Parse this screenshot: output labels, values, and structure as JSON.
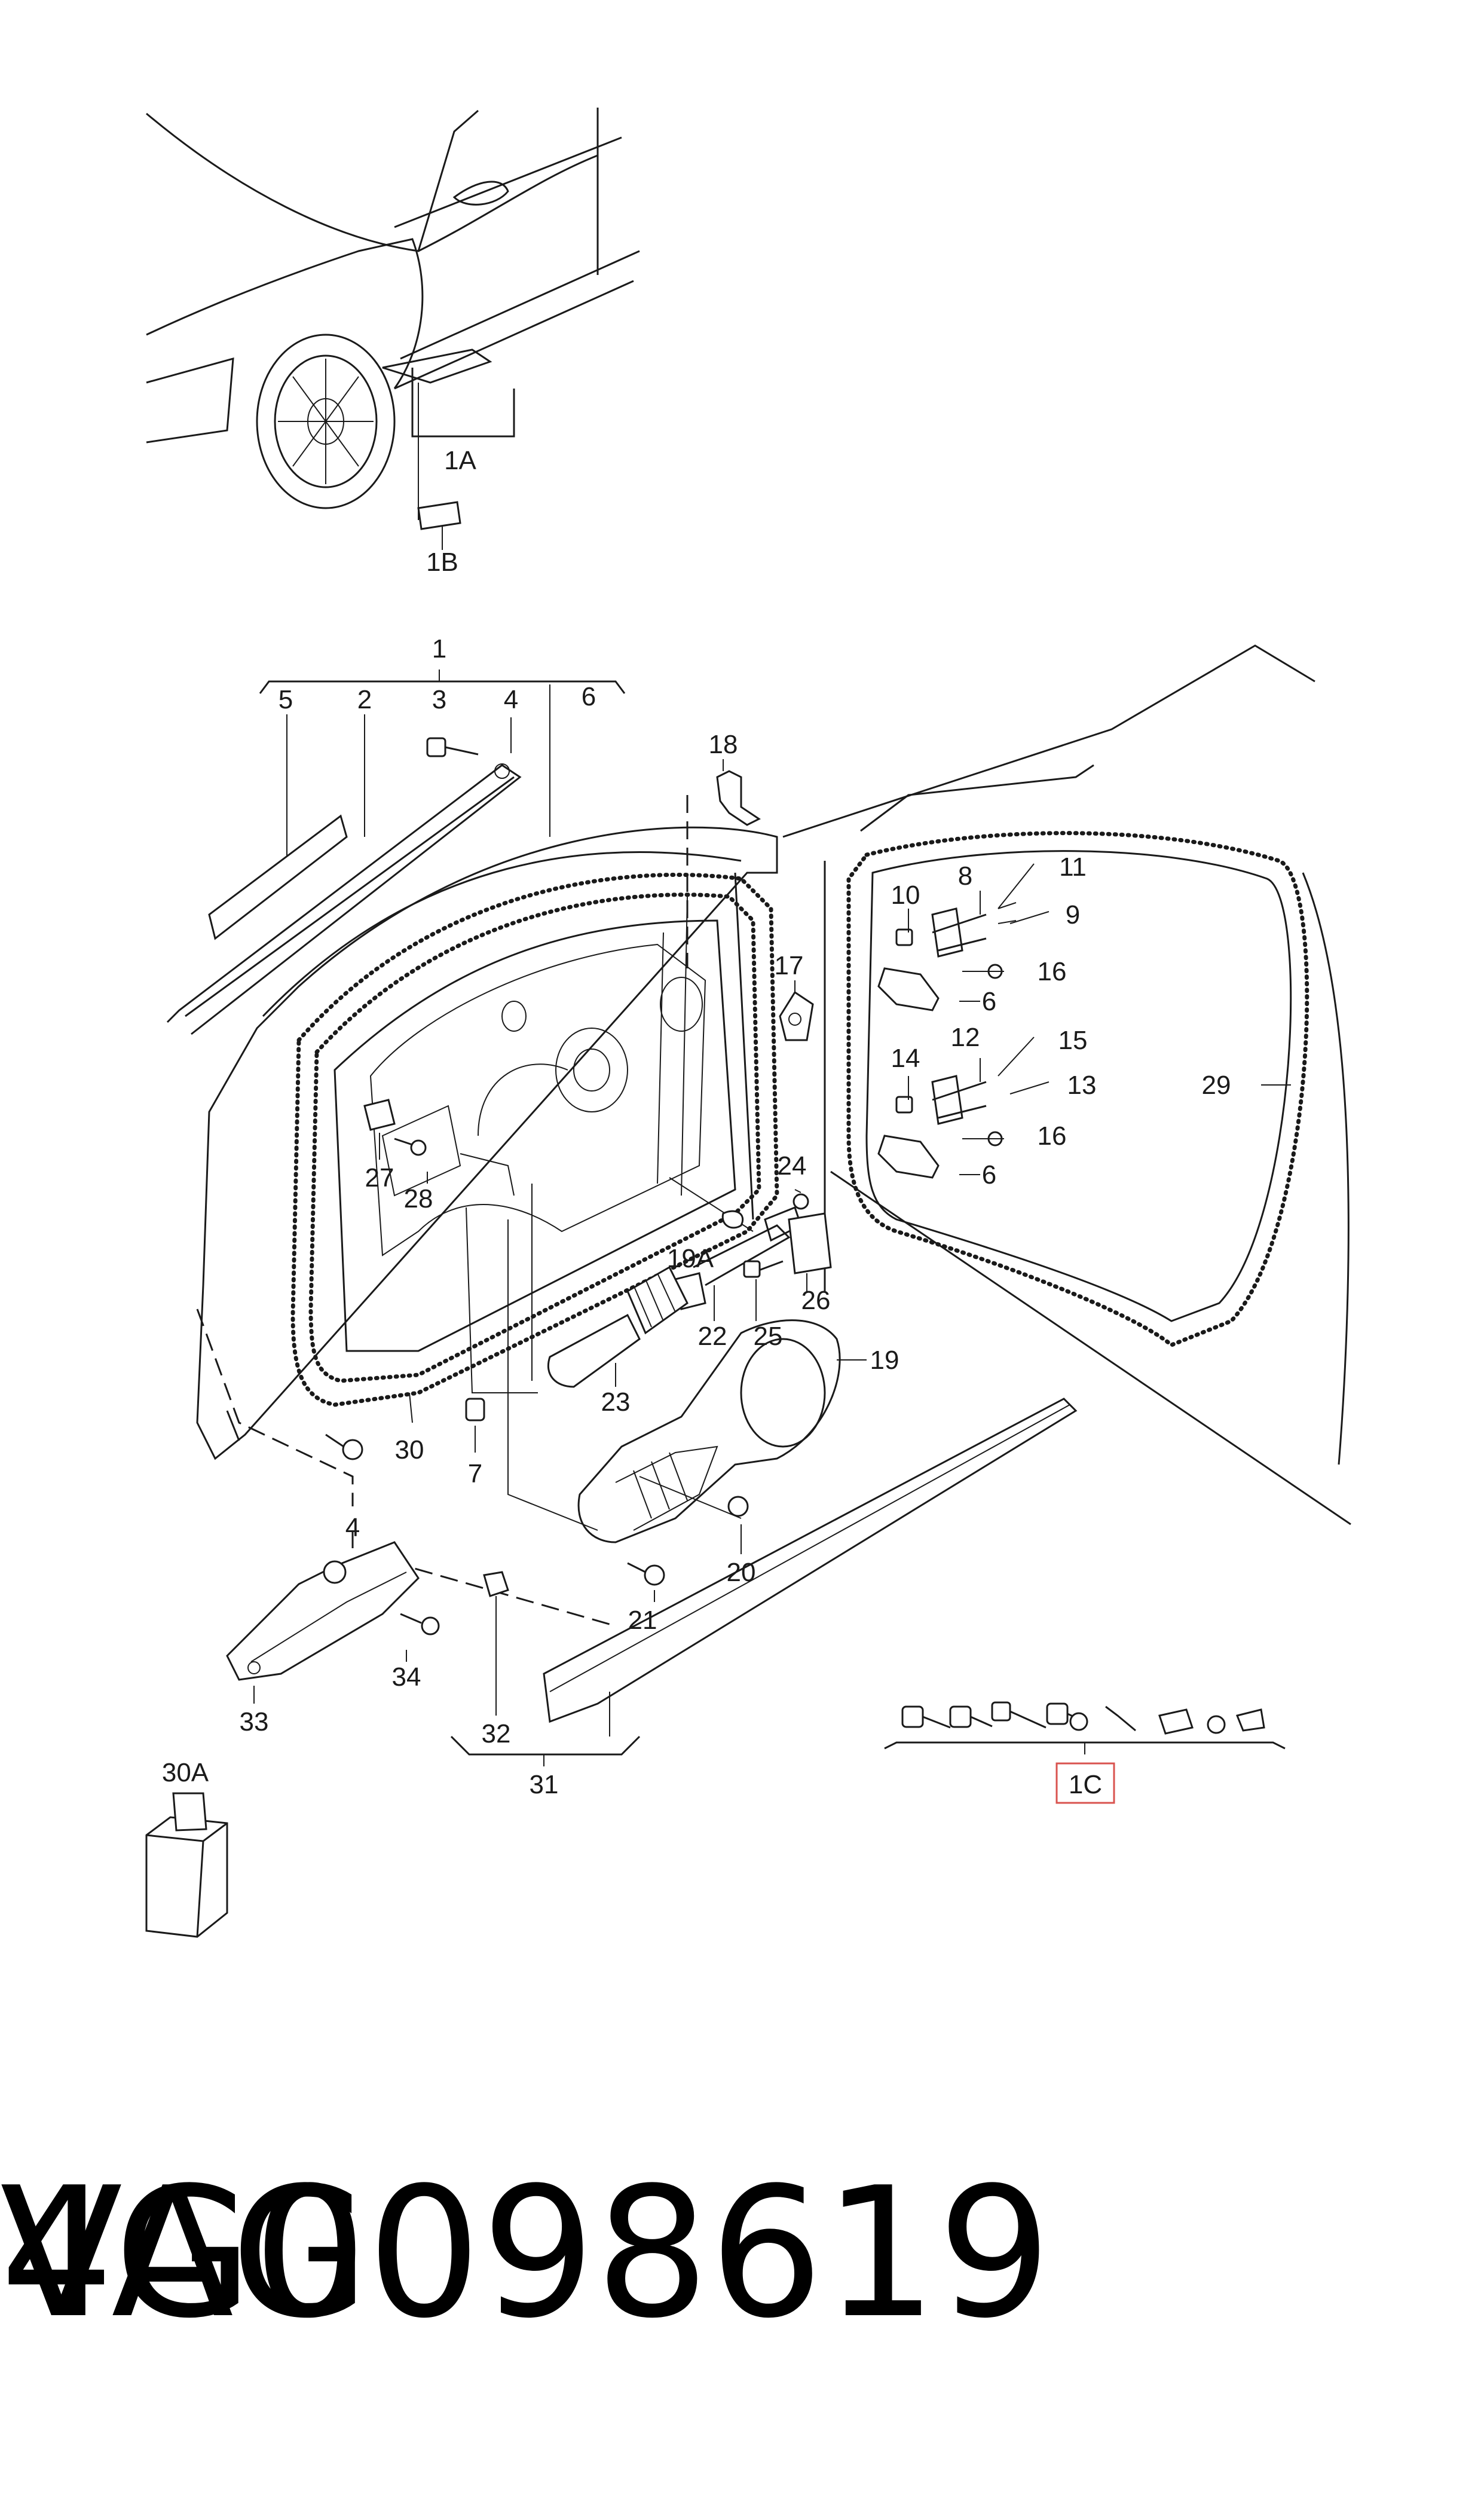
{
  "labels": {
    "c1A": "1A",
    "c1B": "1B",
    "c1": "1",
    "c5": "5",
    "c2": "2",
    "c3": "3",
    "c4": "4",
    "c6": "6",
    "c18": "18",
    "c17": "17",
    "c8": "8",
    "c10": "10",
    "c11": "11",
    "c9": "9",
    "c16a": "16",
    "c6a": "6",
    "c14": "14",
    "c12": "12",
    "c15": "15",
    "c13": "13",
    "c16b": "16",
    "c6b": "6",
    "c29": "29",
    "c24": "24",
    "c19A": "19A",
    "c22": "22",
    "c25": "25",
    "c26": "26",
    "c27": "27",
    "c28": "28",
    "c19": "19",
    "c23": "23",
    "c30": "30",
    "c7": "7",
    "c4b": "4",
    "c20": "20",
    "c21": "21",
    "c33": "33",
    "c34": "34",
    "c32": "32",
    "c31": "31",
    "c1C": "1C",
    "c30A": "30A"
  },
  "footer": {
    "part_number": "4G0098619",
    "brand": "VAG"
  },
  "colors": {
    "line": "#1a1a1a",
    "highlight": "#d9534f"
  }
}
